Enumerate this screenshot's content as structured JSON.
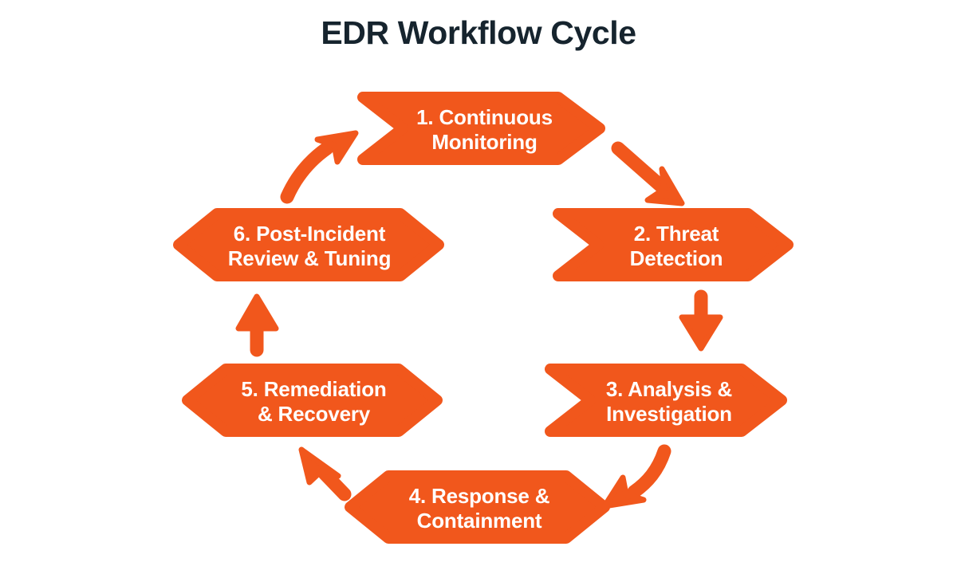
{
  "diagram": {
    "title": "EDR Workflow Cycle",
    "type": "cycle-flow",
    "background_color": "#ffffff",
    "title_color": "#16242e",
    "accent_color": "#f1571c",
    "node_text_color": "#ffffff",
    "nodes": [
      {
        "id": "step-1",
        "number": "1.",
        "label": "1. Continuous\nMonitoring",
        "line1": "1. Continuous",
        "line2": "Monitoring",
        "shape": "chevron-right",
        "position": "top"
      },
      {
        "id": "step-2",
        "number": "2.",
        "label": "2. Threat\nDetection",
        "line1": "2. Threat",
        "line2": "Detection",
        "shape": "chevron-right",
        "position": "right-upper"
      },
      {
        "id": "step-3",
        "number": "3.",
        "label": "3. Analysis &\nInvestigation",
        "line1": "3. Analysis &",
        "line2": "Investigation",
        "shape": "chevron-right",
        "position": "right-lower"
      },
      {
        "id": "step-4",
        "number": "4.",
        "label": "4. Response &\nContainment",
        "line1": "4. Response &",
        "line2": "Containment",
        "shape": "hexagon",
        "position": "bottom"
      },
      {
        "id": "step-5",
        "number": "5.",
        "label": "5. Remediation\n& Recovery",
        "line1": "5. Remediation",
        "line2": "& Recovery",
        "shape": "hexagon",
        "position": "left-lower"
      },
      {
        "id": "step-6",
        "number": "6.",
        "label": "6. Post-Incident\nReview & Tuning",
        "line1": "6. Post-Incident",
        "line2": "Review & Tuning",
        "shape": "hexagon",
        "position": "left-upper"
      }
    ],
    "connectors": [
      {
        "id": "arrow-1-to-2",
        "from": "step-1",
        "to": "step-2",
        "style": "curved",
        "direction": "down-right"
      },
      {
        "id": "arrow-2-to-3",
        "from": "step-2",
        "to": "step-3",
        "style": "straight",
        "direction": "down"
      },
      {
        "id": "arrow-3-to-4",
        "from": "step-3",
        "to": "step-4",
        "style": "curved",
        "direction": "down-left"
      },
      {
        "id": "arrow-4-to-5",
        "from": "step-4",
        "to": "step-5",
        "style": "straight",
        "direction": "up-left"
      },
      {
        "id": "arrow-5-to-6",
        "from": "step-5",
        "to": "step-6",
        "style": "straight",
        "direction": "up"
      },
      {
        "id": "arrow-6-to-1",
        "from": "step-6",
        "to": "step-1",
        "style": "curved",
        "direction": "up-right"
      }
    ]
  }
}
